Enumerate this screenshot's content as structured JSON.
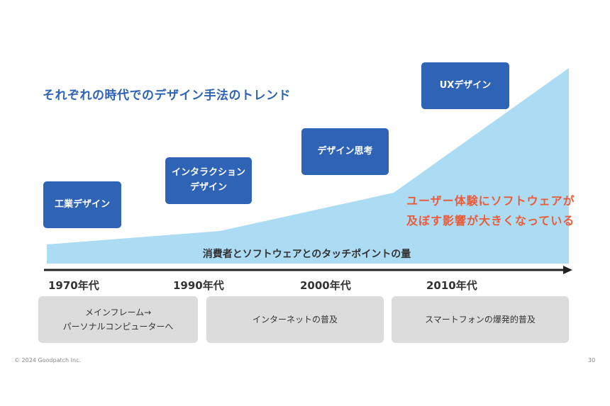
{
  "title": "それぞれの時代でのデザイン手法のトレンド",
  "eras": [
    {
      "label": "工業デザイン"
    },
    {
      "label": "インタラクション\nデザイン"
    },
    {
      "label": "デザイン思考"
    },
    {
      "label": "UXデザイン"
    }
  ],
  "callout": "ユーザー体験にソフトウェアが\n及ぼす影響が大きくなっている",
  "axis_caption": "消費者とソフトウェアとのタッチポイントの量",
  "decades": [
    "1970年代",
    "1990年代",
    "2000年代",
    "2010年代"
  ],
  "phases": [
    {
      "label": "メインフレーム→\nパーソナルコンピューターへ"
    },
    {
      "label": "インターネットの普及"
    },
    {
      "label": "スマートフォンの爆発的普及"
    }
  ],
  "footer": {
    "copyright": "© 2024 Goodpatch Inc.",
    "page": "30"
  },
  "colors": {
    "accent_blue": "#2f63b5",
    "area_fill": "#abdcf4",
    "callout_red": "#ea5b3a",
    "phase_gray": "#dcdcdc",
    "axis": "#222222"
  }
}
